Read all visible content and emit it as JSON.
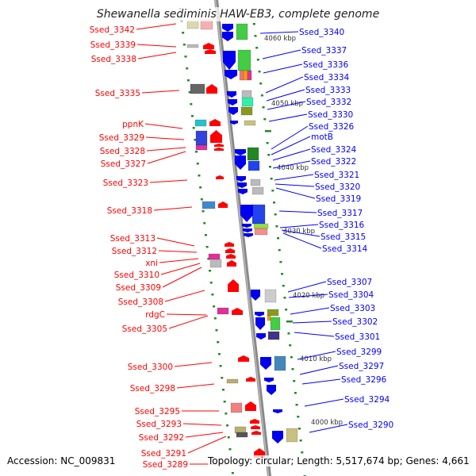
{
  "title": "Shewanella sediminis HAW-EB3, complete genome",
  "footer": {
    "accession": "Accession: NC_009831",
    "summary": "Topology: circular; Length: 5,517,674 bp; Genes: 4,661"
  },
  "colors": {
    "left_labels": "#ff0000",
    "right_labels": "#0000ff",
    "backbone": "#888888",
    "tick_marks": "#228b22",
    "forward_genes": "#ff0000",
    "reverse_genes": "#0000ee"
  },
  "scale_ticks": [
    "4060 kbp",
    "4050 kbp",
    "4040 kbp",
    "4030 kbp",
    "4020 kbp",
    "4010 kbp",
    "4000 kbp"
  ],
  "left_genes": [
    "Ssed_3342",
    "Ssed_3339",
    "Ssed_3338",
    "Ssed_3335",
    "ppnK",
    "Ssed_3329",
    "Ssed_3328",
    "Ssed_3327",
    "Ssed_3323",
    "Ssed_3318",
    "Ssed_3313",
    "Ssed_3312",
    "xni",
    "Ssed_3310",
    "Ssed_3309",
    "Ssed_3308",
    "rdgC",
    "Ssed_3305",
    "Ssed_3300",
    "Ssed_3298",
    "Ssed_3295",
    "Ssed_3293",
    "Ssed_3292",
    "Ssed_3291",
    "Ssed_3289"
  ],
  "right_genes": [
    "Ssed_3340",
    "Ssed_3337",
    "Ssed_3336",
    "Ssed_3334",
    "Ssed_3333",
    "Ssed_3332",
    "Ssed_3330",
    "Ssed_3326",
    "motB",
    "Ssed_3324",
    "Ssed_3322",
    "Ssed_3321",
    "Ssed_3320",
    "Ssed_3319",
    "Ssed_3317",
    "Ssed_3316",
    "Ssed_3315",
    "Ssed_3314",
    "Ssed_3307",
    "Ssed_3304",
    "Ssed_3303",
    "Ssed_3302",
    "Ssed_3301",
    "Ssed_3299",
    "Ssed_3297",
    "Ssed_3296",
    "Ssed_3294",
    "Ssed_3290"
  ]
}
